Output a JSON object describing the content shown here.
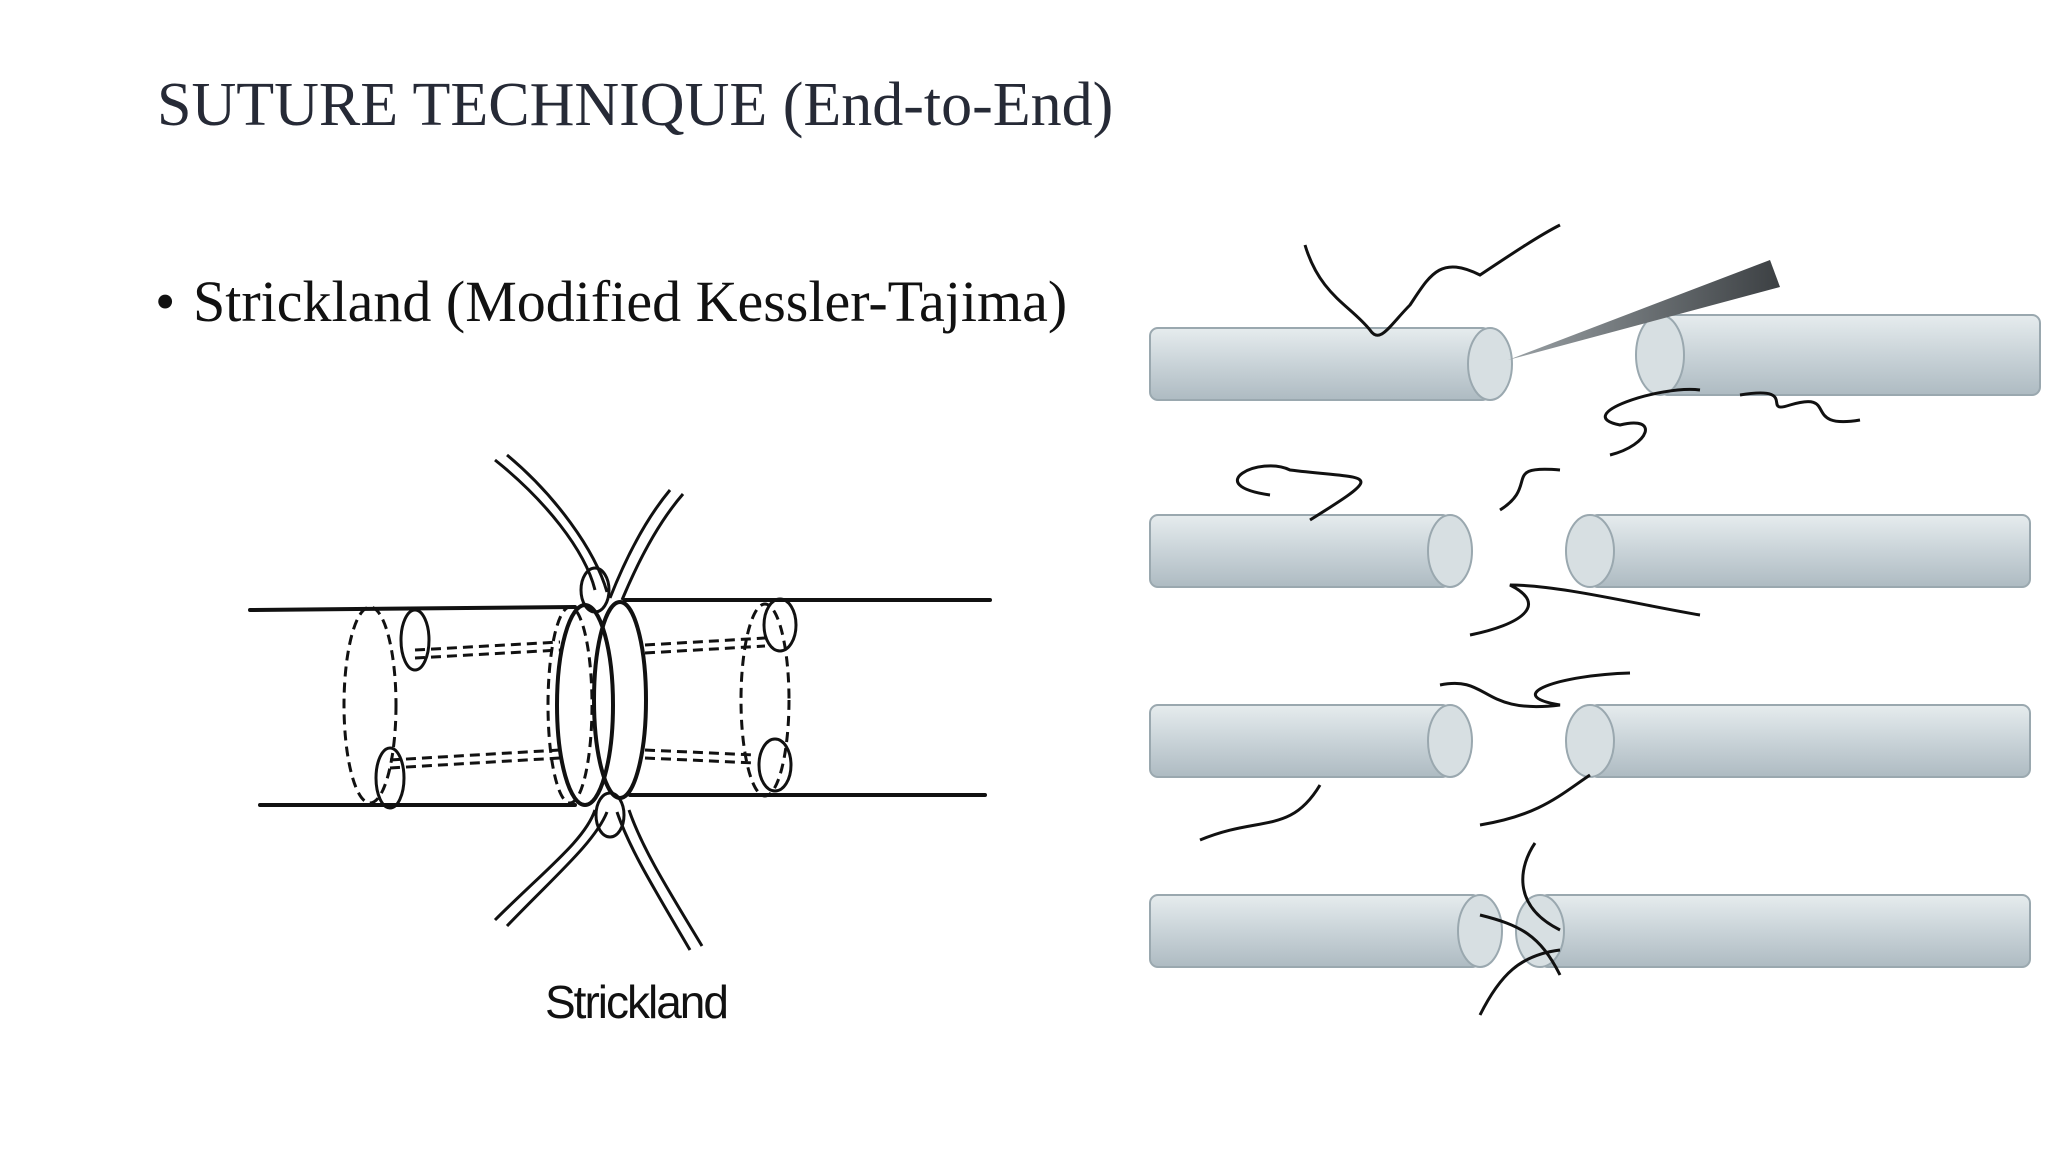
{
  "slide": {
    "title": "SUTURE TECHNIQUE (End-to-End)",
    "bullets": [
      {
        "marker": "•",
        "text": "Strickland (Modified Kessler-Tajima)"
      }
    ]
  },
  "figures": {
    "left": {
      "caption": "Strickland"
    },
    "right": {
      "steps": 4
    }
  },
  "colors": {
    "background": "#ffffff",
    "title_text": "#262a36",
    "tendon_fill": "#c9d3d8",
    "tendon_highlight": "#e6ecee",
    "ink": "#111111"
  }
}
